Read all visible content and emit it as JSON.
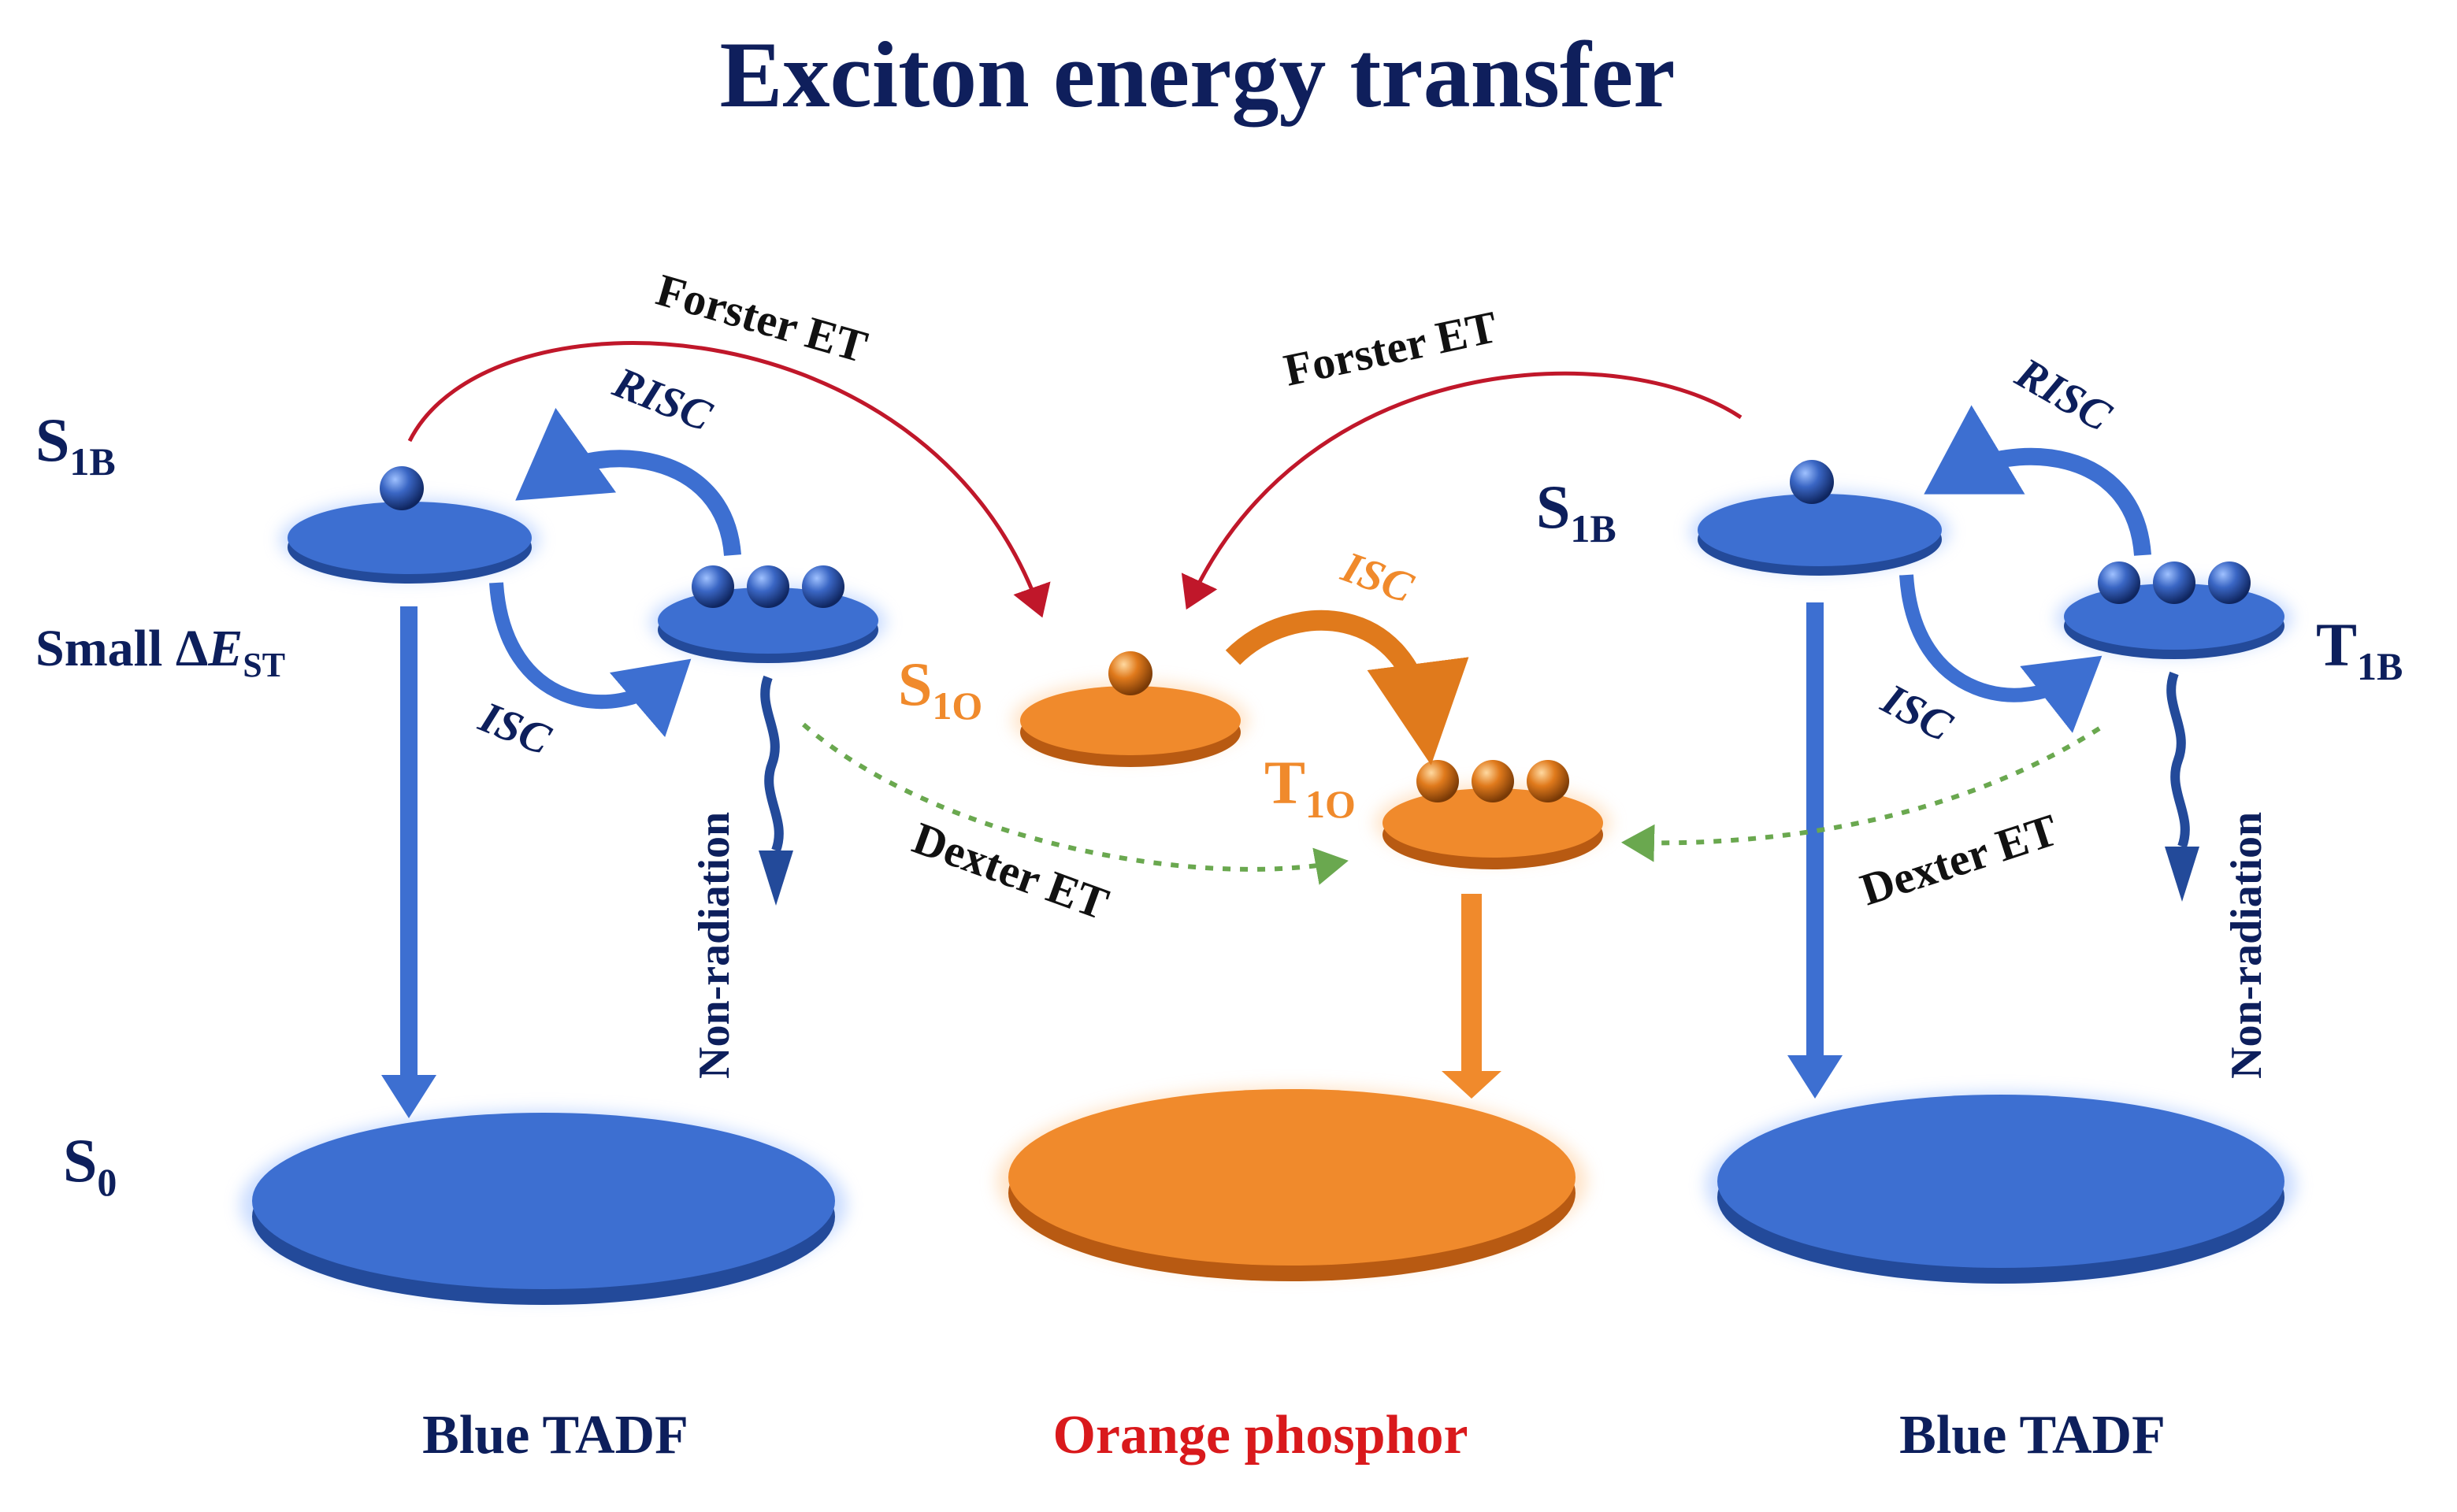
{
  "title": "Exciton energy transfer",
  "colors": {
    "navy": "#0d1f5c",
    "blue": "#3d6fd1",
    "blue_dark": "#2a4f9e",
    "orange": "#f08a2c",
    "orange_dark": "#b85a12",
    "red_arrow": "#c0172a",
    "green_dots": "#6aa84f",
    "title": "#0f1f5c",
    "orange_label": "#d9191c"
  },
  "labels": {
    "s1b_left": {
      "main": "S",
      "sub": "1B"
    },
    "s1b_right": {
      "main": "S",
      "sub": "1B"
    },
    "t1b_right": {
      "main": "T",
      "sub": "1B"
    },
    "s0": {
      "main": "S",
      "sub": "0"
    },
    "small_dest": {
      "prefix": "Small Δ",
      "italic": "E",
      "sub": "ST"
    },
    "s1o": {
      "main": "S",
      "sub": "1O"
    },
    "t1o": {
      "main": "T",
      "sub": "1O"
    },
    "forster_left": "Forster ET",
    "forster_right": "Forster ET",
    "risc_left": "RISC",
    "risc_right": "RISC",
    "isc_left": "ISC",
    "isc_right": "ISC",
    "isc_orange": "ISC",
    "dexter_left": "Dexter ET",
    "dexter_right": "Dexter ET",
    "nonrad_left": "Non-radiation",
    "nonrad_right": "Non-radiation"
  },
  "captions": {
    "left": "Blue TADF",
    "center": "Orange phosphor",
    "right": "Blue TADF"
  }
}
